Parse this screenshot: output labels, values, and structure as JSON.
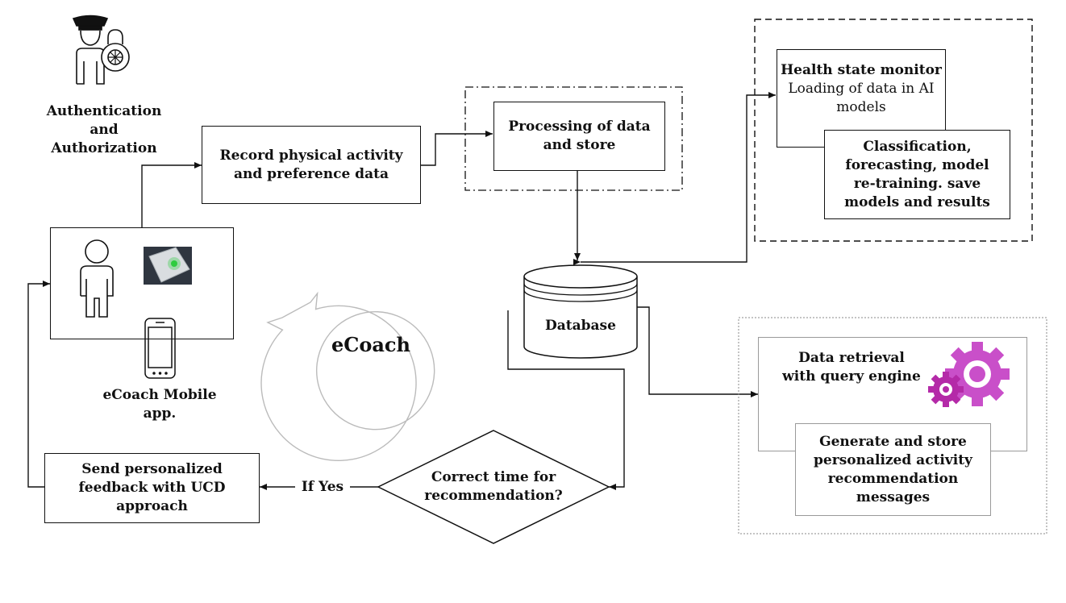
{
  "auth": {
    "label_line1": "Authentication",
    "label_line2": "and",
    "label_line3": "Authorization",
    "icon": "police-lock-icon"
  },
  "record": {
    "line1": "Record physical activity",
    "line2": "and preference data"
  },
  "processing": {
    "line1": "Processing of data",
    "line2": "and store"
  },
  "health": {
    "title": "Health state monitor",
    "sub_line1": "Loading of data in AI",
    "sub_line2": "models"
  },
  "classification": {
    "line1": "Classification,",
    "line2": "forecasting, model",
    "line3": "re-training. save",
    "line4": "models and results"
  },
  "database": {
    "label": "Database"
  },
  "retrieval": {
    "line1": "Data retrieval",
    "line2": "with query engine",
    "icon": "gears-icon"
  },
  "generate": {
    "line1": "Generate and store",
    "line2": "personalized activity",
    "line3": "recommendation",
    "line4": "messages"
  },
  "cycle": {
    "label": "eCoach",
    "icon": "circular-arrow-icon"
  },
  "user_panel": {
    "person_icon": "person-icon",
    "sensor_icon": "activity-sensor-icon",
    "phone_icon": "smartphone-icon",
    "app_line1": "eCoach Mobile",
    "app_line2": "app."
  },
  "decision": {
    "line1": "Correct time for",
    "line2": "recommendation?",
    "yes_label": "If Yes"
  },
  "feedback": {
    "line1": "Send personalized",
    "line2": "feedback with UCD",
    "line3": "approach"
  },
  "colors": {
    "line": "#111111",
    "sensor_light": "#2ecc40",
    "gear_light": "#c94fc9",
    "gear_dark": "#b42aa8"
  }
}
